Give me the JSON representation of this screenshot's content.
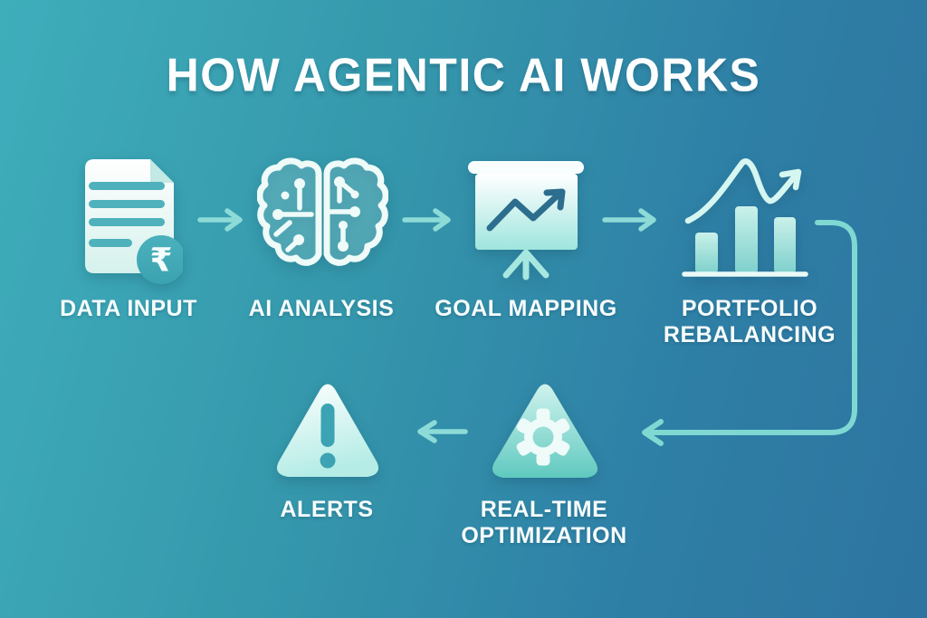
{
  "title": "HOW AGENTIC AI WORKS",
  "steps": [
    {
      "id": "data-input",
      "label": "DATA INPUT",
      "icon": "document-rupee-icon",
      "currency_symbol": "₹"
    },
    {
      "id": "ai-analysis",
      "label": "AI ANALYSIS",
      "icon": "brain-circuit-icon"
    },
    {
      "id": "goal-mapping",
      "label": "GOAL MAPPING",
      "icon": "presentation-growth-chart-icon"
    },
    {
      "id": "portfolio-rebalancing",
      "label": "PORTFOLIO\nREBALANCING",
      "icon": "bar-chart-rising-icon"
    },
    {
      "id": "real-time-optimization",
      "label": "REAL-TIME\nOPTIMIZATION",
      "icon": "gear-triangle-icon"
    },
    {
      "id": "alerts",
      "label": "ALERTS",
      "icon": "warning-triangle-icon"
    }
  ],
  "flow": {
    "sequence": [
      "data-input",
      "ai-analysis",
      "goal-mapping",
      "portfolio-rebalancing",
      "real-time-optimization",
      "alerts"
    ]
  },
  "colors": {
    "background_start": "#3FAEBB",
    "background_end": "#2D74A0",
    "title_text": "#FDFEFE",
    "label_text": "#F7FDFD",
    "arrow": "#8DDBD7",
    "connector": "#7FD8D2",
    "icon_light": "#EFFBF9",
    "icon_teal": "#7ED2CC",
    "chart_line_dark": "#2D6D8D",
    "rupee_circle": "#42A9B5",
    "exclamation": "#3BA3B3"
  }
}
